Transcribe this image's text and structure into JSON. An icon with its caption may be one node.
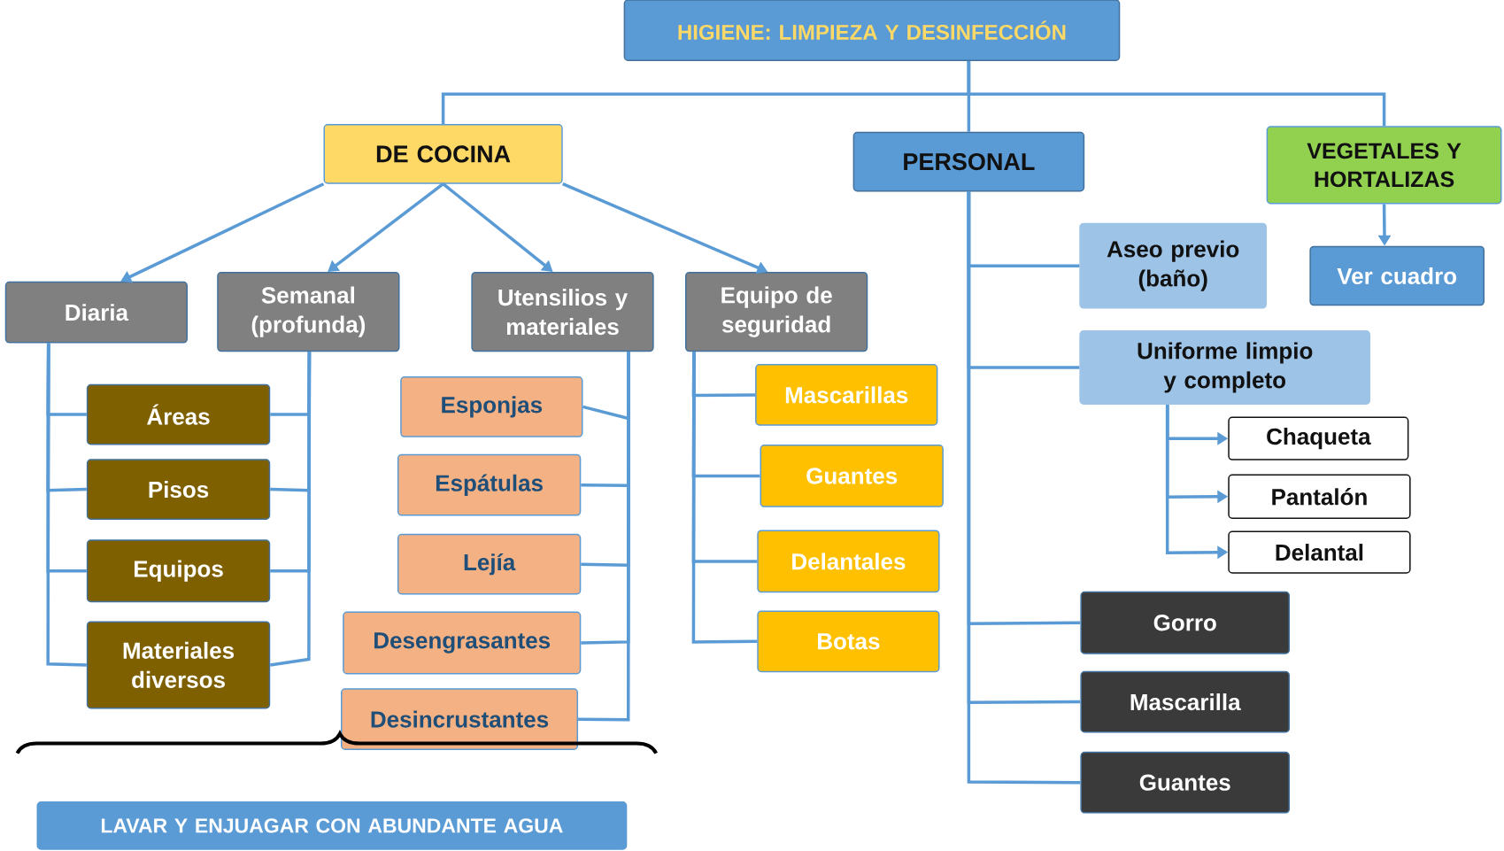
{
  "diagram": {
    "nodes": [
      {
        "text": [
          "HIGIENE: LIMPIEZA Y DESINFECCIÓN"
        ]
      },
      {
        "text": [
          "DE COCINA"
        ]
      },
      {
        "text": [
          "PERSONAL"
        ]
      },
      {
        "text": [
          "VEGETALES Y HORTALIZAS"
        ]
      },
      {
        "text": [
          "Diaria"
        ]
      },
      {
        "text": [
          "Semanal (profunda)"
        ]
      },
      {
        "text": [
          "Utensilios y materiales"
        ]
      },
      {
        "text": [
          "Equipo de seguridad"
        ]
      },
      {
        "text": [
          "Áreas"
        ]
      },
      {
        "text": [
          "Pisos"
        ]
      },
      {
        "text": [
          "Equipos"
        ]
      },
      {
        "text": [
          "Materiales diversos"
        ]
      },
      {
        "text": [
          "Esponjas"
        ]
      },
      {
        "text": [
          "Espátulas"
        ]
      },
      {
        "text": [
          "Lejía"
        ]
      },
      {
        "text": [
          "Desengrasantes"
        ]
      },
      {
        "text": [
          "Desincrustantes"
        ]
      },
      {
        "text": [
          "Mascarillas"
        ]
      },
      {
        "text": [
          "Guantes"
        ]
      },
      {
        "text": [
          "Delantales"
        ]
      },
      {
        "text": [
          "Botas"
        ]
      },
      {
        "text": [
          "Aseo previo (baño)"
        ]
      },
      {
        "text": [
          "Uniforme limpio y completo"
        ]
      },
      {
        "text": [
          "Chaqueta"
        ]
      },
      {
        "text": [
          "Pantalón"
        ]
      },
      {
        "text": [
          "Delantal"
        ]
      },
      {
        "text": [
          "Gorro"
        ]
      },
      {
        "text": [
          "Mascarilla"
        ]
      },
      {
        "text": [
          "Guantes"
        ]
      },
      {
        "text": [
          "Ver cuadro"
        ]
      },
      {
        "text": [
          "LAVAR Y ENJUAGAR CON ABUNDANTE AGUA"
        ]
      }
    ],
    "edges": [
      {
        "from": 0,
        "to": 1,
        "arrow": "none"
      },
      {
        "from": 0,
        "to": 2,
        "arrow": "none"
      },
      {
        "from": 0,
        "to": 3,
        "arrow": "none"
      },
      {
        "from": 1,
        "to": 4,
        "arrow": "to"
      },
      {
        "from": 1,
        "to": 5,
        "arrow": "to"
      },
      {
        "from": 1,
        "to": 6,
        "arrow": "to"
      },
      {
        "from": 1,
        "to": 7,
        "arrow": "to"
      },
      {
        "from": 2,
        "to": 21,
        "arrow": "none"
      },
      {
        "from": 2,
        "to": 22,
        "arrow": "none"
      },
      {
        "from": 2,
        "to": 26,
        "arrow": "none"
      },
      {
        "from": 2,
        "to": 27,
        "arrow": "none"
      },
      {
        "from": 2,
        "to": 28,
        "arrow": "none"
      },
      {
        "from": 3,
        "to": 29,
        "arrow": "to"
      },
      {
        "from": 4,
        "to": 8,
        "arrow": "none"
      },
      {
        "from": 4,
        "to": 9,
        "arrow": "none"
      },
      {
        "from": 4,
        "to": 10,
        "arrow": "none"
      },
      {
        "from": 4,
        "to": 11,
        "arrow": "none"
      },
      {
        "from": 5,
        "to": 8,
        "arrow": "none"
      },
      {
        "from": 5,
        "to": 9,
        "arrow": "none"
      },
      {
        "from": 5,
        "to": 10,
        "arrow": "none"
      },
      {
        "from": 5,
        "to": 11,
        "arrow": "none"
      },
      {
        "from": 6,
        "to": 12,
        "arrow": "none"
      },
      {
        "from": 6,
        "to": 13,
        "arrow": "none"
      },
      {
        "from": 6,
        "to": 14,
        "arrow": "none"
      },
      {
        "from": 6,
        "to": 15,
        "arrow": "none"
      },
      {
        "from": 6,
        "to": 16,
        "arrow": "none"
      },
      {
        "from": 7,
        "to": 17,
        "arrow": "none"
      },
      {
        "from": 7,
        "to": 18,
        "arrow": "none"
      },
      {
        "from": 7,
        "to": 19,
        "arrow": "none"
      },
      {
        "from": 7,
        "to": 20,
        "arrow": "none"
      },
      {
        "from": 22,
        "to": 23,
        "arrow": "to"
      },
      {
        "from": 22,
        "to": 24,
        "arrow": "to"
      },
      {
        "from": 22,
        "to": 25,
        "arrow": "to"
      }
    ]
  }
}
